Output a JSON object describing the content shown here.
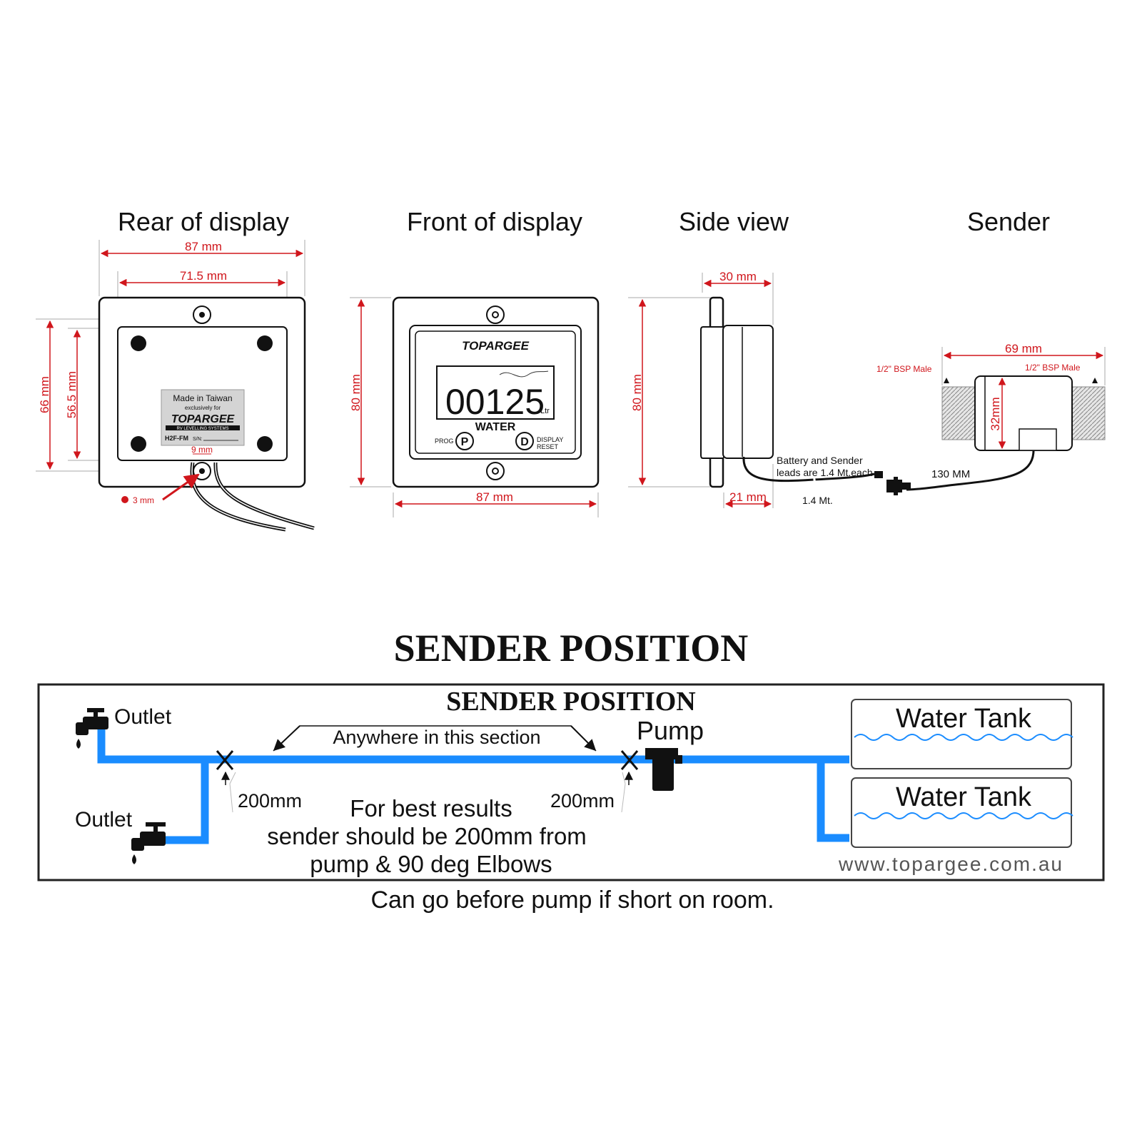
{
  "colors": {
    "dimension": "#d0161c",
    "pipe": "#1a8cff",
    "outline": "#111111"
  },
  "views": {
    "rear": {
      "title": "Rear of display",
      "width_outer": "87 mm",
      "width_inner": "71.5 mm",
      "height_outer": "66 mm",
      "height_inner": "56.5 mm",
      "hole_dim": "9 mm",
      "screw_dim": "3 mm",
      "plate": {
        "line1": "Made in Taiwan",
        "line2": "exclusively for",
        "brand": "TOPARGEE",
        "sub": "RV LEVELLING SYSTEMS",
        "model": "H2F-FM",
        "serial": "S/N:"
      }
    },
    "front": {
      "title": "Front of display",
      "height": "80 mm",
      "width": "87 mm",
      "brand": "TOPARGEE",
      "reading": "00125",
      "unit": "Ltr",
      "fluid": "WATER",
      "prog_label": "PROG",
      "prog_key": "P",
      "display_key": "D",
      "display_label1": "DISPLAY",
      "display_label2": "RESET"
    },
    "side": {
      "title": "Side view",
      "depth": "30 mm",
      "height": "80 mm",
      "flange": "21 mm",
      "note1": "Battery and Sender",
      "note2": "leads are 1.4 Mt.each",
      "lead": "1.4 Mt."
    },
    "sender": {
      "title": "Sender",
      "length": "69 mm",
      "diameter": "32mm",
      "thread_left": "1/2\" BSP Male",
      "thread_right": "1/2\" BSP Male",
      "cable": "130 MM"
    }
  },
  "position": {
    "heading": "SENDER POSITION",
    "box_heading": "SENDER POSITION",
    "outlet_top": "Outlet",
    "outlet_bottom": "Outlet",
    "section": "Anywhere in this section",
    "pump": "Pump",
    "gap_left": "200mm",
    "gap_right": "200mm",
    "advice1": "For best results",
    "advice2": "sender should be 200mm from",
    "advice3": "pump & 90 deg Elbows",
    "tank1": "Water Tank",
    "tank2": "Water Tank",
    "website": "www.topargee.com.au",
    "footnote": "Can go before pump if short on room."
  }
}
